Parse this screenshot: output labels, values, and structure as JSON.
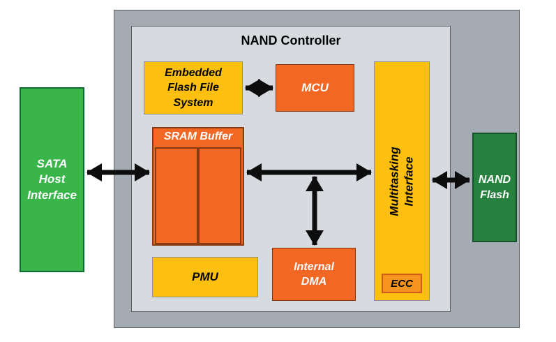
{
  "title": "NAND Controller",
  "blocks": {
    "sata_host_interface": {
      "lines": [
        "SATA",
        "Host",
        "Interface"
      ]
    },
    "embedded_flash_file_system": {
      "lines": [
        "Embedded",
        "Flash File",
        "System"
      ]
    },
    "mcu": {
      "label": "MCU"
    },
    "sram_buffer": {
      "label": "SRAM Buffer"
    },
    "pmu": {
      "label": "PMU"
    },
    "internal_dma": {
      "lines": [
        "Internal",
        "DMA"
      ]
    },
    "multitasking_interface": {
      "lines": [
        "Multitasking",
        "Interface"
      ]
    },
    "ecc": {
      "label": "ECC"
    },
    "nand_flash": {
      "lines": [
        "NAND",
        "Flash"
      ]
    }
  },
  "colors": {
    "outer_chip_bg": "#a4abb2",
    "controller_bg": "#d7dbdf",
    "bright_green": "#3ab54a",
    "dark_green": "#26813f",
    "yellow": "#fdc010",
    "orange": "#f26724",
    "ecc_fill": "#f7941d",
    "arrow_black": "#0d0d0d"
  },
  "connections": [
    {
      "from": "SATA Host Interface",
      "to": "SRAM Buffer",
      "type": "bidirectional"
    },
    {
      "from": "Embedded Flash File System",
      "to": "MCU",
      "type": "bidirectional"
    },
    {
      "from": "SRAM Buffer",
      "to": "Multitasking Interface",
      "type": "bidirectional"
    },
    {
      "from": "SRAM Buffer / Multitasking bus",
      "to": "Internal DMA",
      "type": "bidirectional"
    },
    {
      "from": "Multitasking Interface",
      "to": "NAND Flash",
      "type": "bidirectional"
    }
  ]
}
